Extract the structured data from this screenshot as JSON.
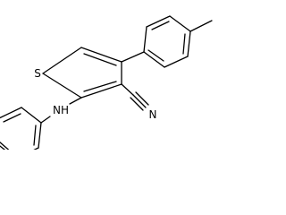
{
  "structure": {
    "atoms": {
      "sulfur": "S",
      "amine": "NH",
      "nitrile_nitrogen": "N"
    }
  }
}
